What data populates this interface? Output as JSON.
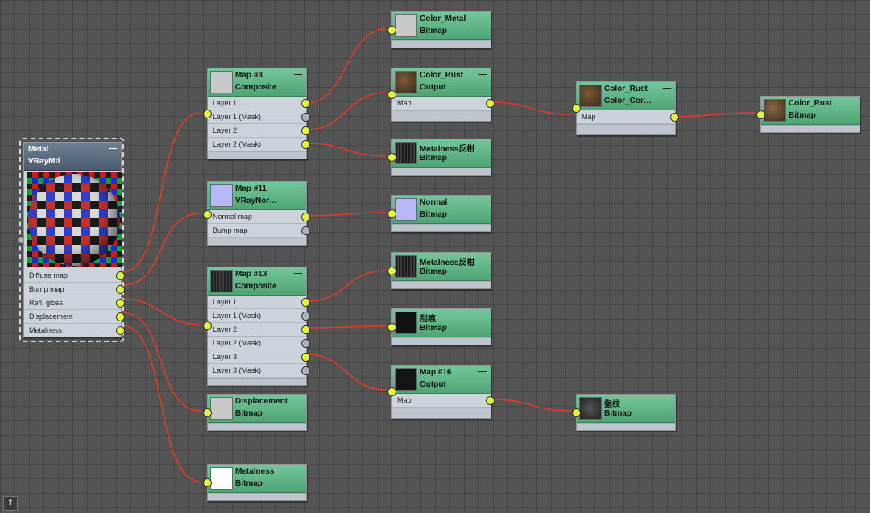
{
  "nodes": {
    "metal": {
      "name": "Metal",
      "type": "VRayMtl",
      "minimize": "—",
      "slots": [
        "Diffuse map",
        "Bump map",
        "Refl. gloss.",
        "Displacement",
        "Metalness"
      ]
    },
    "map3": {
      "name": "Map #3",
      "type": "Composite",
      "minimize": "—",
      "slots": [
        "Layer 1",
        "Layer 1 (Mask)",
        "Layer 2",
        "Layer 2 (Mask)"
      ]
    },
    "map11": {
      "name": "Map #11",
      "type": "VRayNor…",
      "minimize": "—",
      "slots": [
        "Normal map",
        "Bump map"
      ]
    },
    "map13": {
      "name": "Map #13",
      "type": "Composite",
      "minimize": "—",
      "slots": [
        "Layer 1",
        "Layer 1 (Mask)",
        "Layer 2",
        "Layer 2 (Mask)",
        "Layer 3",
        "Layer 3 (Mask)"
      ]
    },
    "displacement_bitmap": {
      "name": "Displacement",
      "type": "Bitmap"
    },
    "metalness_bitmap": {
      "name": "Metalness",
      "type": "Bitmap"
    },
    "color_metal": {
      "name": "Color_Metal",
      "type": "Bitmap"
    },
    "color_rust_output": {
      "name": "Color_Rust",
      "type": "Output",
      "minimize": "—",
      "slots": [
        "Map"
      ]
    },
    "metalness_fanzhi_1": {
      "name": "Metalness反柑",
      "type": "Bitmap"
    },
    "normal_bitmap": {
      "name": "Normal",
      "type": "Bitmap"
    },
    "metalness_fanzhi_2": {
      "name": "Metalness反柑",
      "type": "Bitmap"
    },
    "guahen": {
      "name": "刮痕",
      "type": "Bitmap"
    },
    "map16": {
      "name": "Map #16",
      "type": "Output",
      "minimize": "—",
      "slots": [
        "Map"
      ]
    },
    "color_rust_cc": {
      "name": "Color_Rust",
      "type": "Color_Cor…",
      "minimize": "—",
      "slots": [
        "Map"
      ]
    },
    "color_rust_bitmap": {
      "name": "Color_Rust",
      "type": "Bitmap"
    },
    "zhiwen": {
      "name": "指纹",
      "type": "Bitmap"
    }
  },
  "corner_icon": "pin-icon",
  "colors": {
    "wire": "#e03c2c",
    "socket_active": "#e4f33e",
    "node_header": "#5cb584",
    "canvas": "#545454"
  }
}
